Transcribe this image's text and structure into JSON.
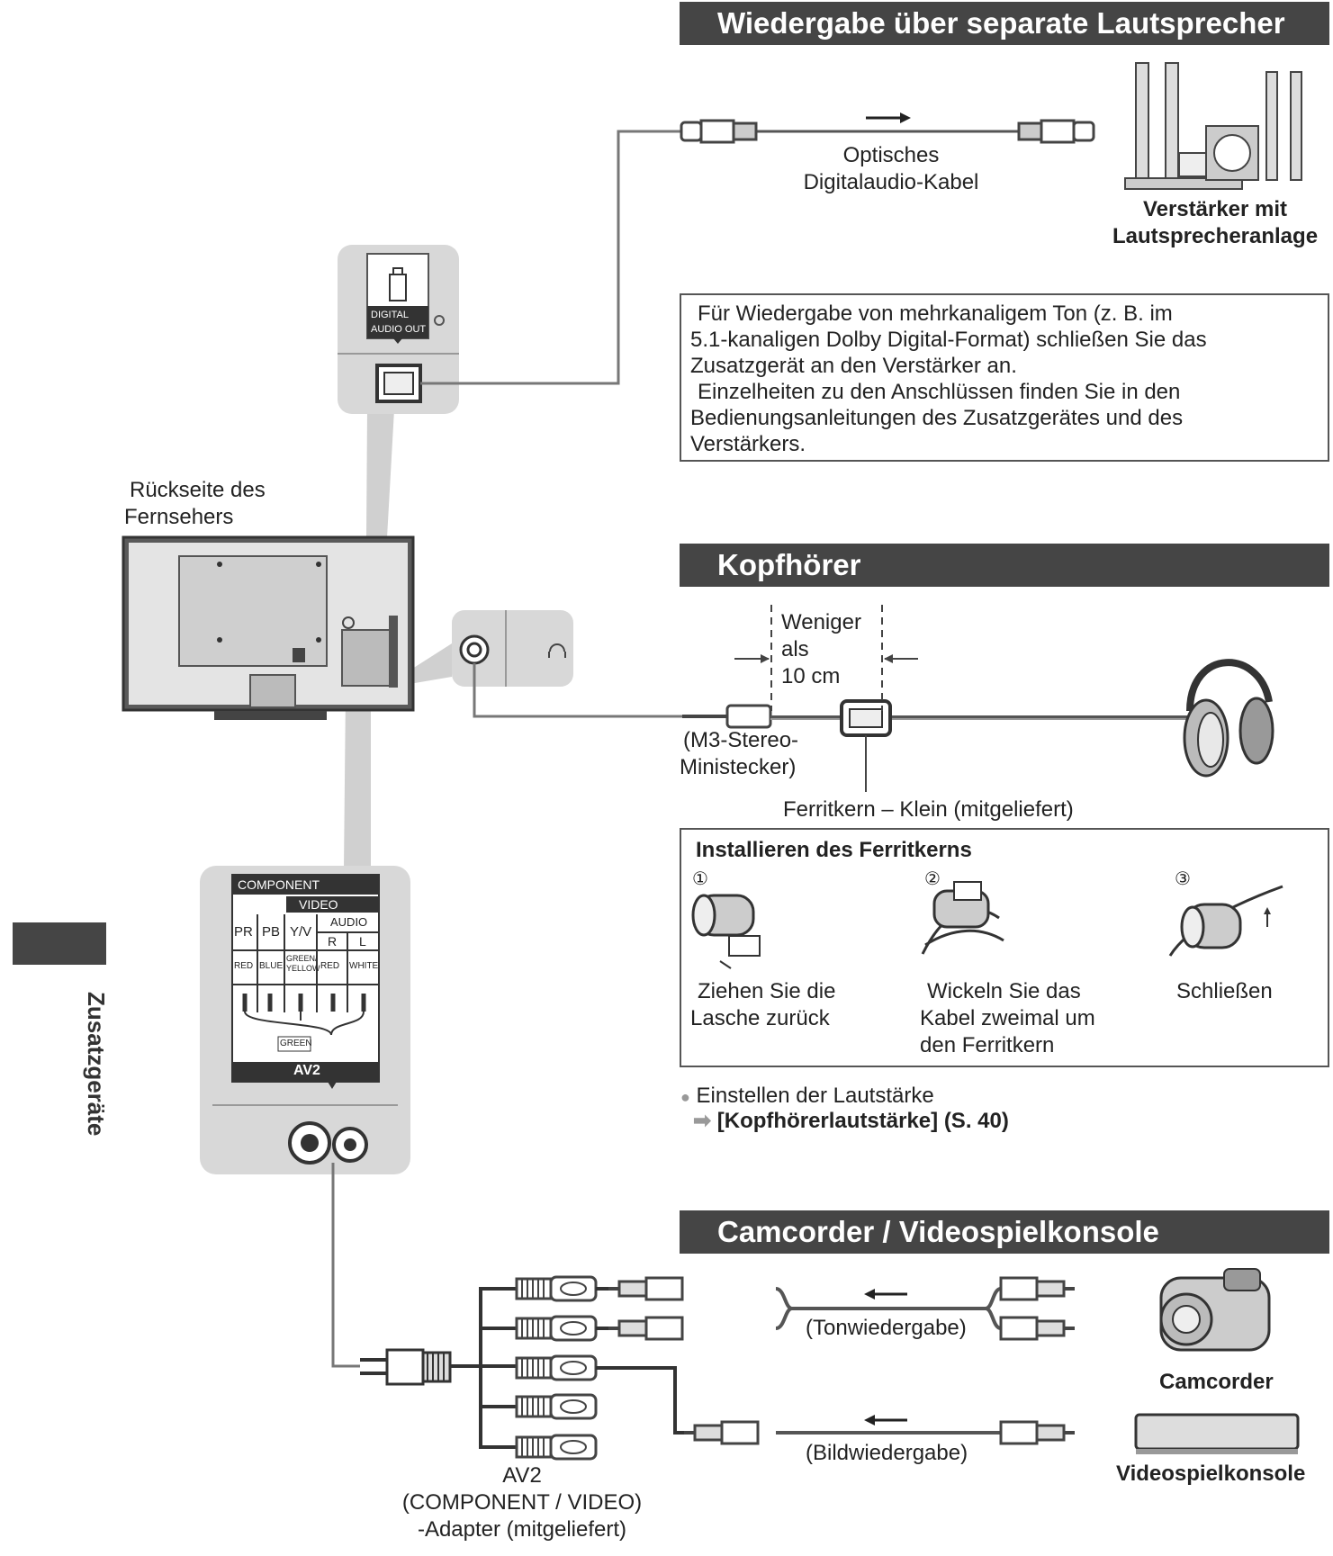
{
  "sections": {
    "speakers": {
      "title": "Wiedergabe über separate Lautsprecher",
      "cable_label": [
        "Optisches",
        "Digitalaudio-Kabel"
      ],
      "device_label": [
        "Verstärker mit",
        "Lautsprecheranlage"
      ],
      "info_lines": [
        "Für Wiedergabe von mehrkanaligem Ton (z. B. im",
        "5.1-kanaligen Dolby Digital-Format) schließen Sie das",
        "Zusatzgerät an den Verstärker an.",
        "Einzelheiten zu den Anschlüssen finden Sie in den",
        "Bedienungsanleitungen des Zusatzgerätes und des",
        "Verstärkers."
      ]
    },
    "tv": {
      "label": [
        "Rückseite des",
        "Fernsehers"
      ],
      "digital_port": [
        "DIGITAL",
        "AUDIO OUT"
      ]
    },
    "headphones": {
      "title": "Kopfhörer",
      "distance_label": [
        "Weniger",
        "als",
        "10 cm"
      ],
      "plug_label": [
        "(M3-Stereo-",
        "Ministecker)"
      ],
      "ferrite_label": "Ferritkern – Klein (mitgeliefert)",
      "install": {
        "title": "Installieren des Ferritkerns",
        "steps": [
          {
            "number": "①",
            "text": [
              "Ziehen Sie die",
              "Lasche zurück"
            ]
          },
          {
            "number": "②",
            "text": [
              "Wickeln Sie das",
              "Kabel zweimal um",
              "den Ferritkern"
            ]
          },
          {
            "number": "③",
            "text": [
              "Schließen"
            ]
          }
        ]
      },
      "volume_note": "Einstellen der Lautstärke",
      "volume_link": "[Kopfhörerlautstärke] (S. 40)"
    },
    "av2_panel": {
      "component": "COMPONENT",
      "video": "VIDEO",
      "cols": [
        "PR",
        "PB",
        "Y/V"
      ],
      "audio": "AUDIO",
      "audio_cols": [
        "R",
        "L"
      ],
      "colors": [
        "RED",
        "BLUE",
        "GREEN/ YELLOW",
        "RED",
        "WHITE"
      ],
      "green": "GREEN",
      "name": "AV2"
    },
    "camcorder": {
      "title": "Camcorder / Videospielkonsole",
      "audio_label": "(Tonwiedergabe)",
      "video_label": "(Bildwiedergabe)",
      "camcorder_label": "Camcorder",
      "console_label": "Videospielkonsole",
      "adapter_label": [
        "AV2",
        "(COMPONENT / VIDEO)",
        "-Adapter (mitgeliefert)"
      ]
    }
  },
  "side_tab": "Zusatzgeräte",
  "colors": {
    "header": "#454545",
    "panel": "#d8d8d8",
    "cable": "#666666"
  }
}
